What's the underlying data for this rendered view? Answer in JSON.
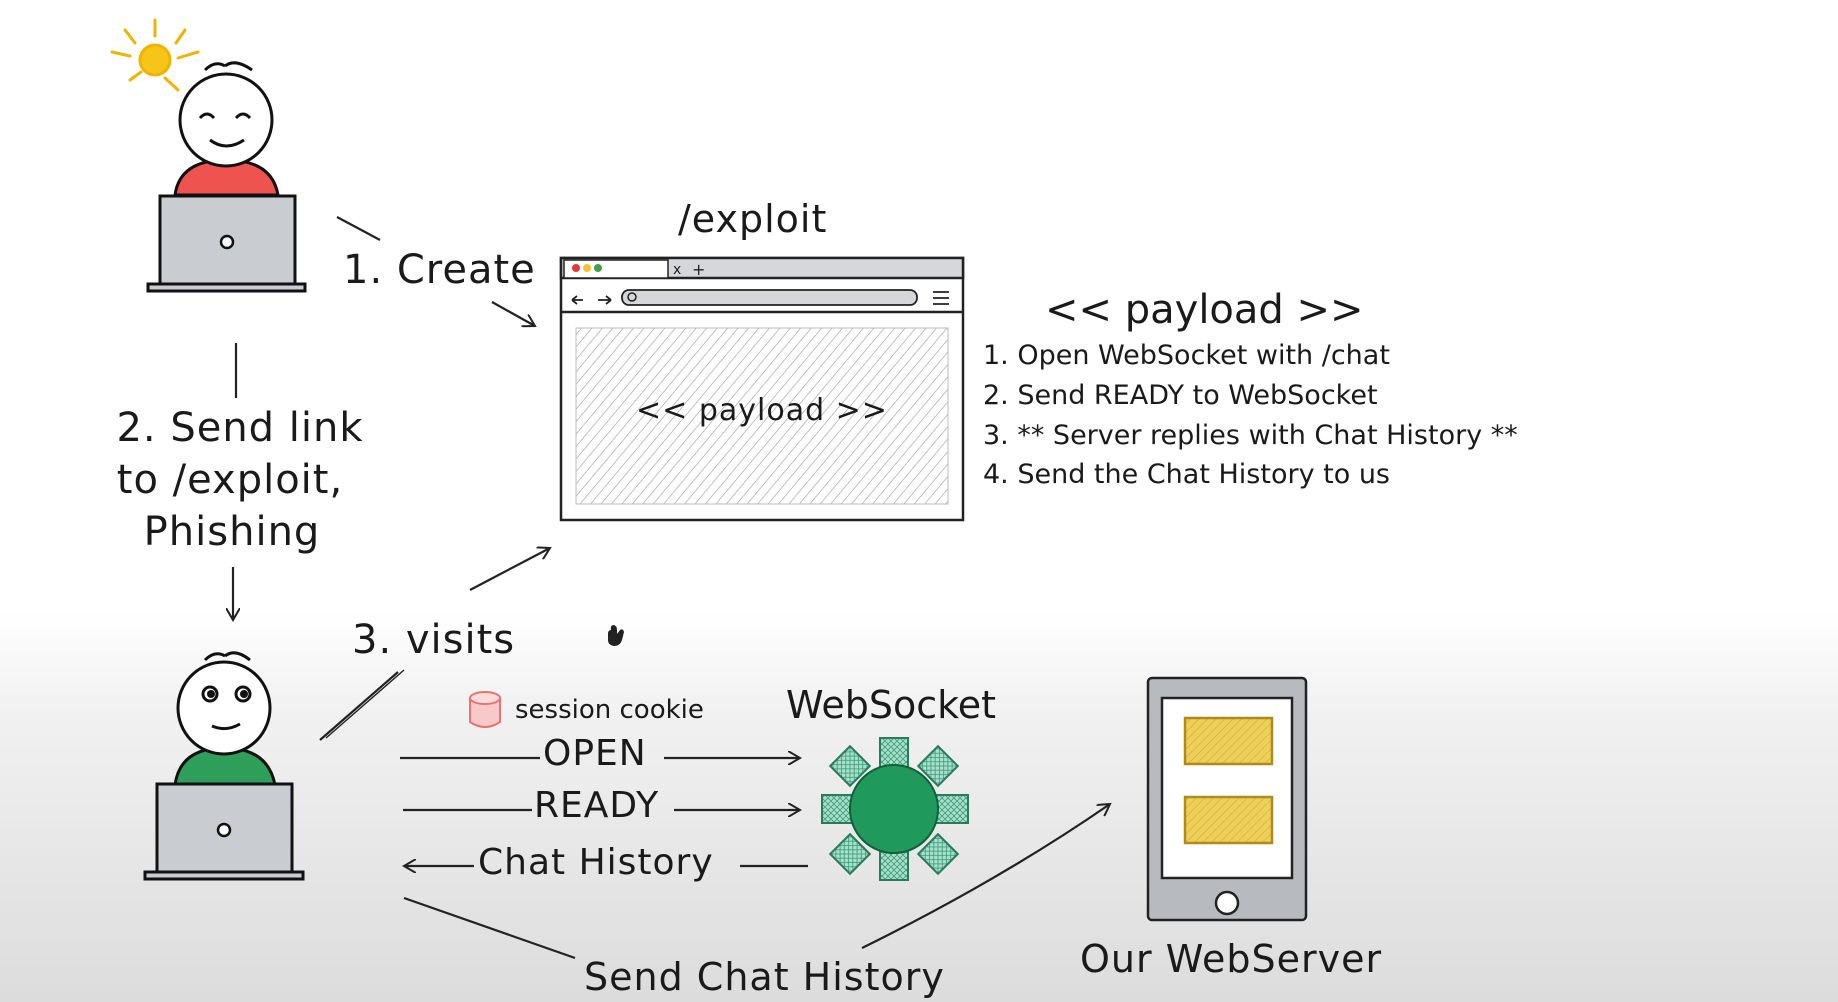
{
  "labels": {
    "create": "1. Create",
    "send_link_1": "2. Send link",
    "send_link_2": "to /exploit,",
    "send_link_3": "Phishing",
    "visits": "3. visits",
    "exploit_title": "/exploit",
    "browser_payload": "<< payload >>",
    "session_cookie": "session cookie",
    "websocket": "WebSocket",
    "open": "OPEN",
    "ready": "READY",
    "chat_history": "Chat History",
    "send_chat_history": "Send Chat History",
    "our_webserver": "Our WebServer"
  },
  "payload_panel": {
    "title": "<< payload >>",
    "steps": [
      "1. Open WebSocket with /chat",
      "2. Send READY to WebSocket",
      "3. ** Server replies with Chat History **",
      "4. Send the Chat History to us"
    ]
  },
  "colors": {
    "attacker_shirt": "#ef5350",
    "victim_shirt": "#2e9e5b",
    "sun": "#f5c518",
    "laptop": "#c9ccd1",
    "websocket_gear": "#1f9a5c",
    "websocket_teeth": "#8fd3bd",
    "server_blocks": "#e8c547",
    "cookie": "#e57373"
  },
  "icons": [
    "sun-icon",
    "attacker-figure",
    "victim-figure",
    "laptop-icon",
    "browser-window",
    "cookie-icon",
    "websocket-gear-icon",
    "phone-server-icon",
    "hand-cursor-icon"
  ]
}
